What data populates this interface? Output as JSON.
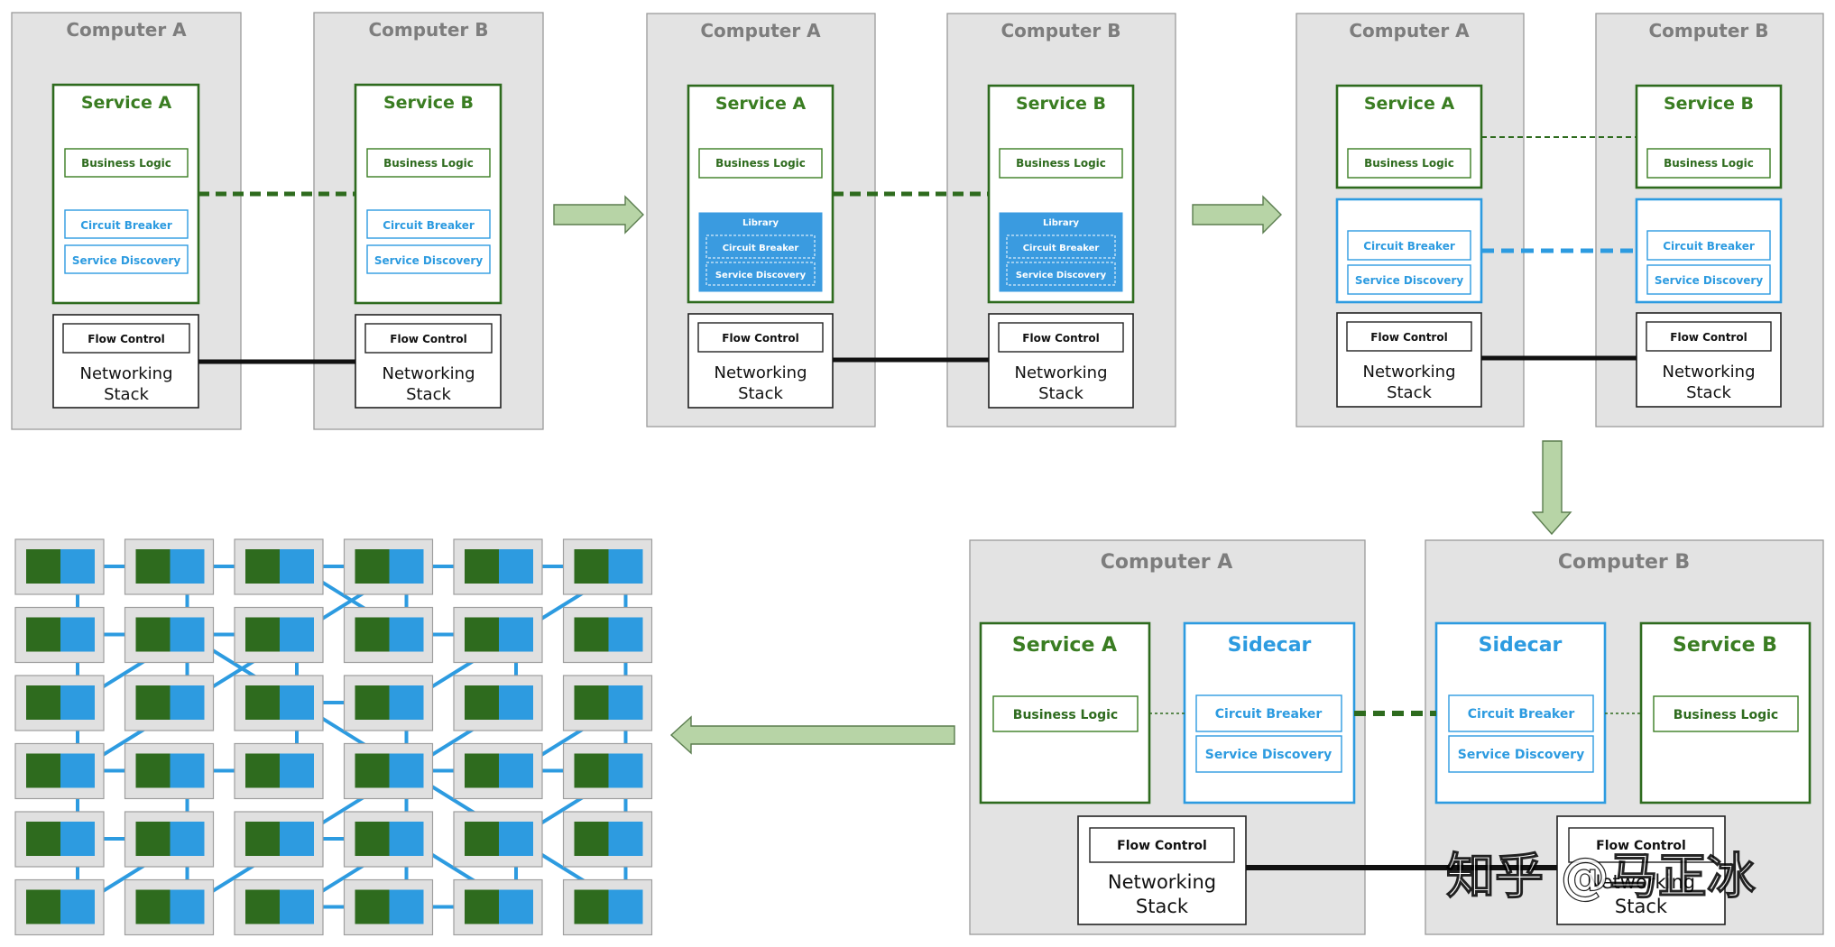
{
  "labels": {
    "computer_a": "Computer A",
    "computer_b": "Computer B",
    "service_a": "Service A",
    "service_b": "Service B",
    "business_logic": "Business Logic",
    "circuit_breaker": "Circuit Breaker",
    "service_discovery": "Service Discovery",
    "library": "Library",
    "flow_control": "Flow Control",
    "networking": "Networking",
    "stack": "Stack",
    "sidecar": "Sidecar"
  },
  "stages": [
    {
      "id": "stage-1-in-service",
      "description_shown": false
    },
    {
      "id": "stage-2-library",
      "description_shown": false
    },
    {
      "id": "stage-3-separated",
      "description_shown": false
    },
    {
      "id": "stage-4-sidecar",
      "description_shown": false
    },
    {
      "id": "stage-5-service-mesh",
      "description_shown": false
    }
  ],
  "mesh": {
    "rows": 6,
    "cols": 6
  },
  "watermark": "知乎 @马正冰",
  "colors": {
    "green": "#2e6b1e",
    "blue": "#2d9be0",
    "gray_box": "#e3e3e3",
    "arrow_fill": "#b7d4a6"
  }
}
